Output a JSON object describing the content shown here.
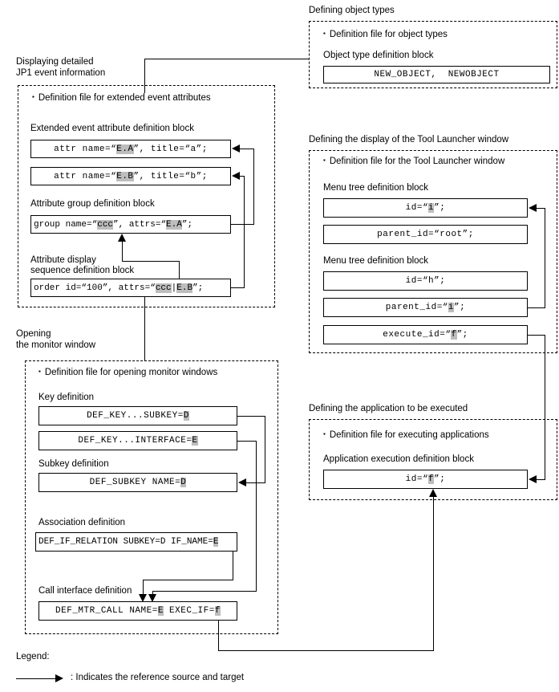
{
  "sections": {
    "object_types": {
      "title": "Defining object types",
      "bullet": "Definition file for object types",
      "block_label": "Object type definition block",
      "code": "NEW_OBJECT,  NEWOBJECT"
    },
    "jp1_event": {
      "title_line1": "Displaying detailed",
      "title_line2": "JP1 event information",
      "bullet": "Definition file for extended event attributes",
      "attr_block_label": "Extended event attribute definition block",
      "attr_a": {
        "pre": "attr name=“",
        "hl": "E.A",
        "post": "”, title=“a”;"
      },
      "attr_b": {
        "pre": "attr name=“",
        "hl": "E.B",
        "post": "”, title=“b”;"
      },
      "group_block_label": "Attribute group definition block",
      "group": {
        "pre": "group name=“",
        "hl1": "ccc",
        "mid": "”, attrs=“",
        "hl2": "E.A",
        "post": "”;"
      },
      "order_block_label_l1": "Attribute display",
      "order_block_label_l2": "sequence definition block",
      "order": {
        "pre": "order id=“100”, attrs=“",
        "hl1": "ccc",
        "sep": "|",
        "hl2": "E.B",
        "post": "”;"
      }
    },
    "tool_launcher": {
      "title": "Defining the display of the Tool Launcher window",
      "bullet": "Definition file for the Tool Launcher window",
      "menu_block_label_1": "Menu tree definition block",
      "id_i": {
        "pre": "id=“",
        "hl": "i",
        "post": "”;"
      },
      "parent_root": "parent_id=“root”;",
      "menu_block_label_2": "Menu tree definition block",
      "id_h": "id=“h”;",
      "parent_i": {
        "pre": "parent_id=“",
        "hl": "i",
        "post": "”;"
      },
      "execute_f": {
        "pre": "execute_id=“",
        "hl": "f",
        "post": "”;"
      }
    },
    "monitor": {
      "title_line1": "Opening",
      "title_line2": "the monitor window",
      "bullet": "Definition file for opening monitor windows",
      "key_label": "Key definition",
      "key_subkey": {
        "pre": "DEF_KEY...SUBKEY=",
        "hl": "D"
      },
      "key_interface": {
        "pre": "DEF_KEY...INTERFACE=",
        "hl": "E"
      },
      "subkey_label": "Subkey definition",
      "subkey": {
        "pre": "DEF_SUBKEY NAME=",
        "hl": "D"
      },
      "assoc_label": "Association definition",
      "assoc": {
        "pre": "DEF_IF_RELATION SUBKEY=D IF_NAME=",
        "hl": "E"
      },
      "call_label": "Call interface definition",
      "call": {
        "pre": "DEF_MTR_CALL NAME=",
        "hl1": "E",
        "mid": " EXEC_IF=",
        "hl2": "f"
      }
    },
    "application": {
      "title": "Defining the application to be executed",
      "bullet": "Definition file for executing applications",
      "block_label": "Application execution definition block",
      "code": {
        "pre": "id=“",
        "hl": "f",
        "post": "”;"
      }
    }
  },
  "legend": {
    "title": "Legend:",
    "arrow_description": ": Indicates the reference source and target"
  },
  "colors": {
    "highlight": "#bdbdbd",
    "line": "#000000",
    "background": "#ffffff"
  }
}
